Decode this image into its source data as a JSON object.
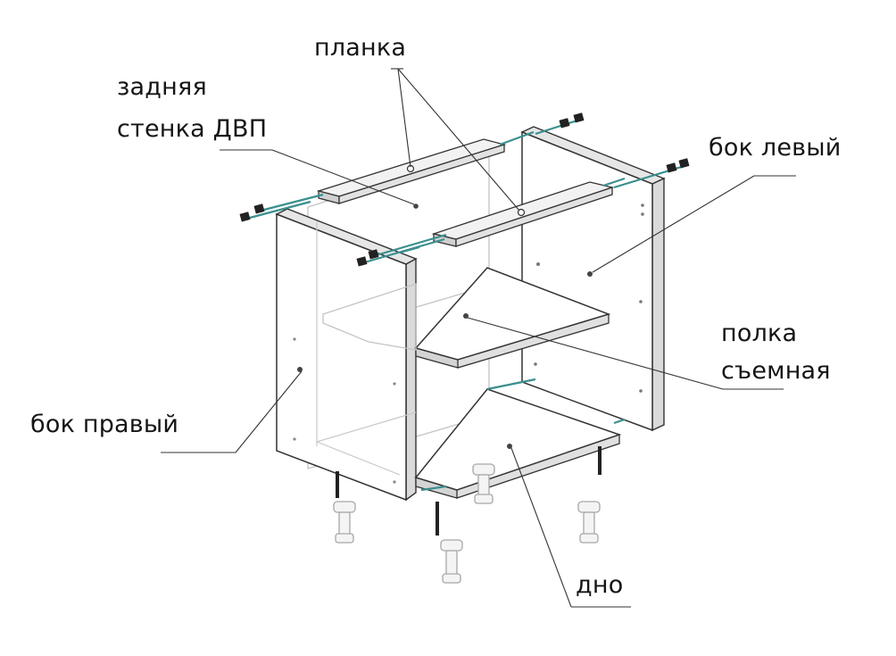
{
  "labels": {
    "planka": "планка",
    "back_panel_line1": "задняя",
    "back_panel_line2": "стенка ДВП",
    "left_side": "бок левый",
    "shelf_line1": "полка",
    "shelf_line2": "съемная",
    "right_side": "бок правый",
    "bottom": "дно"
  },
  "colors": {
    "line": "#333333",
    "faint": "#bdbdbd",
    "fastener": "#3a8f8f",
    "text": "#151515"
  }
}
